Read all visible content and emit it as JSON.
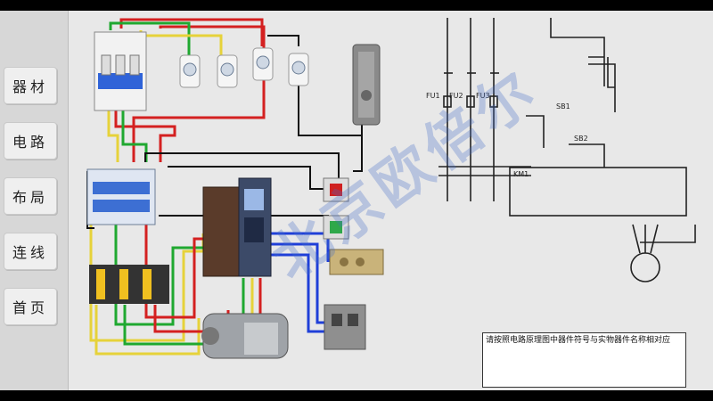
{
  "sidebar": {
    "items": [
      {
        "label": "器材"
      },
      {
        "label": "电路"
      },
      {
        "label": "布局"
      },
      {
        "label": "连线"
      },
      {
        "label": "首页"
      }
    ]
  },
  "watermark": {
    "text": "北京欧倍尔"
  },
  "schematic": {
    "labels": [
      "FU1",
      "FU2",
      "FU3",
      "KM1",
      "SB1",
      "SB2"
    ]
  },
  "instruction": {
    "text": "请按照电路原理图中器件符号与实物器件名称相对应"
  },
  "colors": {
    "wire_red": "#d42020",
    "wire_green": "#1fa830",
    "wire_yellow": "#e6d23a",
    "wire_black": "#111111",
    "wire_blue": "#1f3fd8"
  }
}
